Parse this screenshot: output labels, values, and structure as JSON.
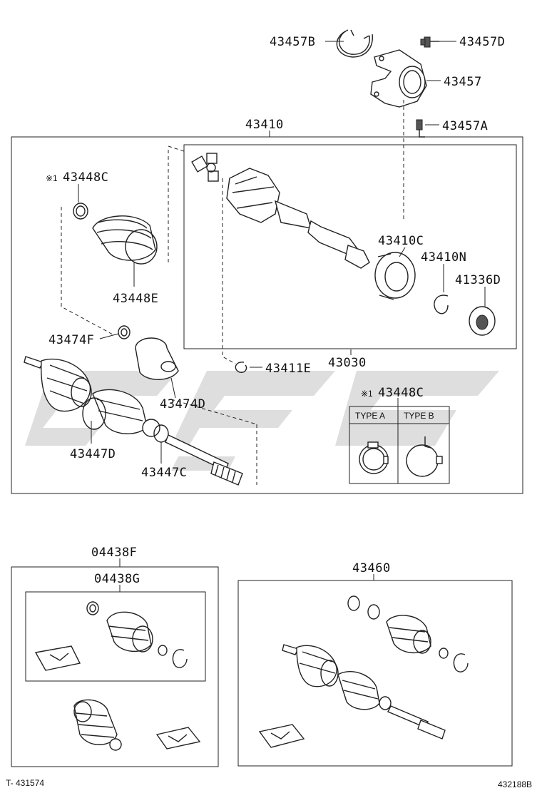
{
  "labels": {
    "p43457B": "43457B",
    "p43457D": "43457D",
    "p43457": "43457",
    "p43457A": "43457A",
    "p43410": "43410",
    "p43448C_mark": "※1",
    "p43448C": "43448C",
    "p43448E": "43448E",
    "p43410C": "43410C",
    "p43410N": "43410N",
    "p41336D": "41336D",
    "p43474F": "43474F",
    "p43411E": "43411E",
    "p43030": "43030",
    "p43474D": "43474D",
    "p43448C_b_mark": "※1",
    "p43448C_b": "43448C",
    "p43447D": "43447D",
    "p43447C": "43447C",
    "p04438F": "04438F",
    "p04438G": "04438G",
    "p43460": "43460"
  },
  "type_table": {
    "type_a": "TYPE A",
    "type_b": "TYPE B"
  },
  "footer": {
    "left_code": "T- 431574",
    "right_code": "432188B"
  }
}
